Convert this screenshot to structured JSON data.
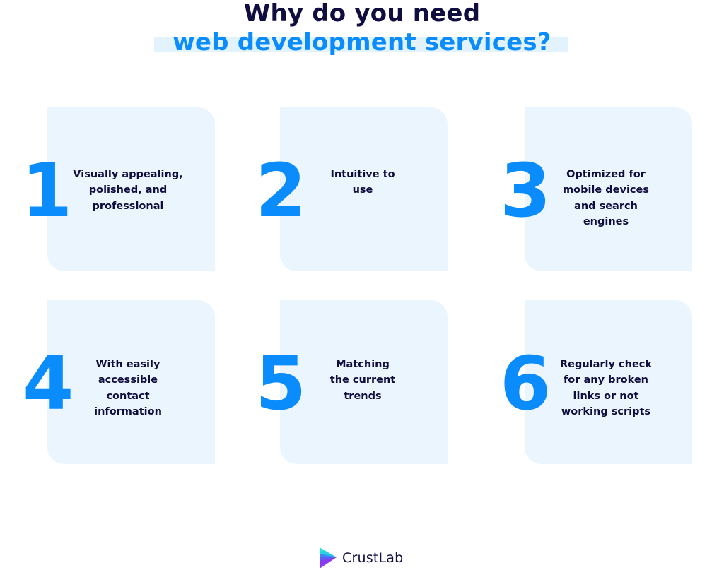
{
  "header": {
    "title_line1": "Why do you need",
    "title_line2": "web development services?"
  },
  "colors": {
    "navy_text": "#100d3f",
    "accent_blue": "#0a8cfc",
    "card_background": "#ebf5fd",
    "title_highlight": "#e2f3fd"
  },
  "cards": [
    {
      "number": "1",
      "lines": [
        "Visually appealing,",
        "polished, and",
        "professional"
      ]
    },
    {
      "number": "2",
      "lines": [
        "Intuitive to",
        "use"
      ]
    },
    {
      "number": "3",
      "lines": [
        "Optimized for",
        "mobile devices",
        "and search",
        "engines"
      ]
    },
    {
      "number": "4",
      "lines": [
        "With easily",
        "accessible",
        "contact",
        "information"
      ]
    },
    {
      "number": "5",
      "lines": [
        "Matching",
        "the current",
        "trends"
      ]
    },
    {
      "number": "6",
      "lines": [
        "Regularly check",
        "for any broken",
        "links or not",
        "working scripts"
      ]
    }
  ],
  "footer": {
    "logo_icon": "crustlab-play-logo-icon",
    "logo_text": "CrustLab"
  }
}
